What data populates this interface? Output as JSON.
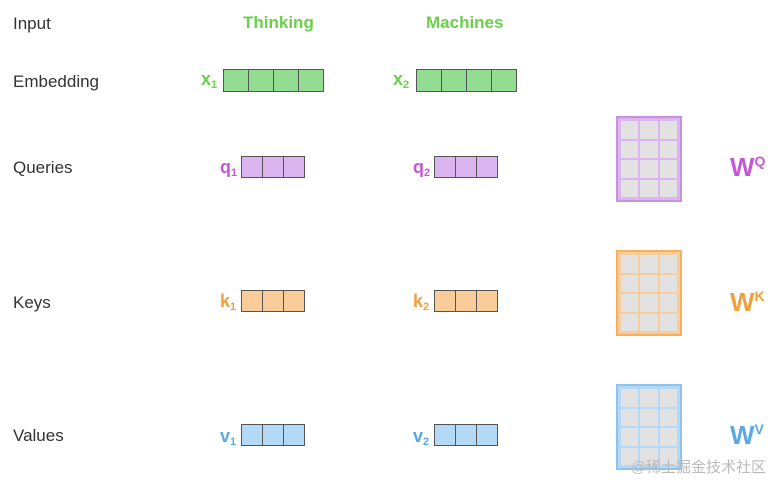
{
  "rows": {
    "input": "Input",
    "embedding": "Embedding",
    "queries": "Queries",
    "keys": "Keys",
    "values": "Values"
  },
  "words": [
    "Thinking",
    "Machines"
  ],
  "vectors": {
    "x1": {
      "letter": "x",
      "sub": "1"
    },
    "x2": {
      "letter": "x",
      "sub": "2"
    },
    "q1": {
      "letter": "q",
      "sub": "1"
    },
    "q2": {
      "letter": "q",
      "sub": "2"
    },
    "k1": {
      "letter": "k",
      "sub": "1"
    },
    "k2": {
      "letter": "k",
      "sub": "2"
    },
    "v1": {
      "letter": "v",
      "sub": "1"
    },
    "v2": {
      "letter": "v",
      "sub": "2"
    }
  },
  "weights": {
    "q": {
      "letter": "W",
      "sup": "Q"
    },
    "k": {
      "letter": "W",
      "sup": "K"
    },
    "v": {
      "letter": "W",
      "sup": "V"
    }
  },
  "colors": {
    "embedding": "#92dd92",
    "embedding_text": "#6ccf4c",
    "query": "#dcb4f0",
    "query_text": "#c45bd6",
    "key": "#f9cc9a",
    "key_text": "#f0a040",
    "value": "#b4d9f7",
    "value_text": "#5aa8e4"
  },
  "watermark": "@稀土掘金技术社区"
}
